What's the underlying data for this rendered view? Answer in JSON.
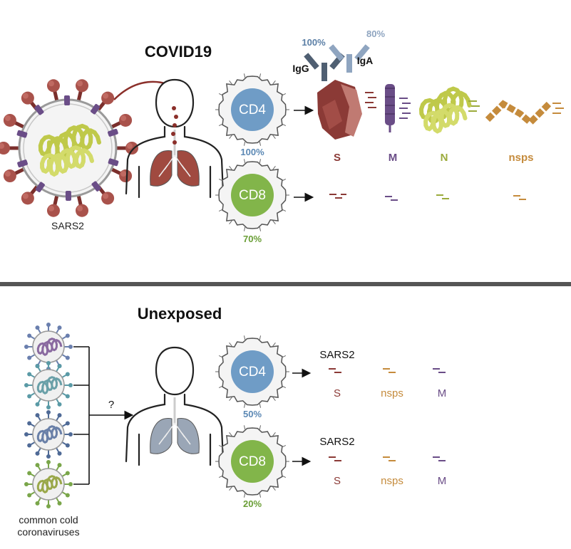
{
  "colors": {
    "cd4": "#6f9cc6",
    "cd8": "#82b54a",
    "S": "#8b3a36",
    "M": "#6a4d87",
    "N": "#9bab3c",
    "nsps": "#c58b3c",
    "pct_blue": "#5b88b4",
    "pct_green": "#6a9e36",
    "divider": "#555555",
    "antibody": "#4f5f72",
    "antibody_light": "#8fa5c0"
  },
  "top": {
    "title": "COVID19",
    "virus_label": "SARS2",
    "antibody": {
      "igg_label": "IgG",
      "iga_label": "IgA",
      "igg_pct": "100%",
      "iga_pct": "80%"
    },
    "cd4": {
      "label": "CD4",
      "pct": "100%"
    },
    "cd8": {
      "label": "CD8",
      "pct": "70%"
    },
    "antigens": [
      "S",
      "M",
      "N",
      "nsps"
    ]
  },
  "bottom": {
    "title": "Unexposed",
    "virus_label_line1": "common cold",
    "virus_label_line2": "coronaviruses",
    "question": "?",
    "cd4": {
      "label": "CD4",
      "pct": "50%",
      "source": "SARS2",
      "antigens": [
        "S",
        "nsps",
        "M"
      ]
    },
    "cd8": {
      "label": "CD8",
      "pct": "20%",
      "source": "SARS2",
      "antigens": [
        "S",
        "nsps",
        "M"
      ]
    }
  }
}
